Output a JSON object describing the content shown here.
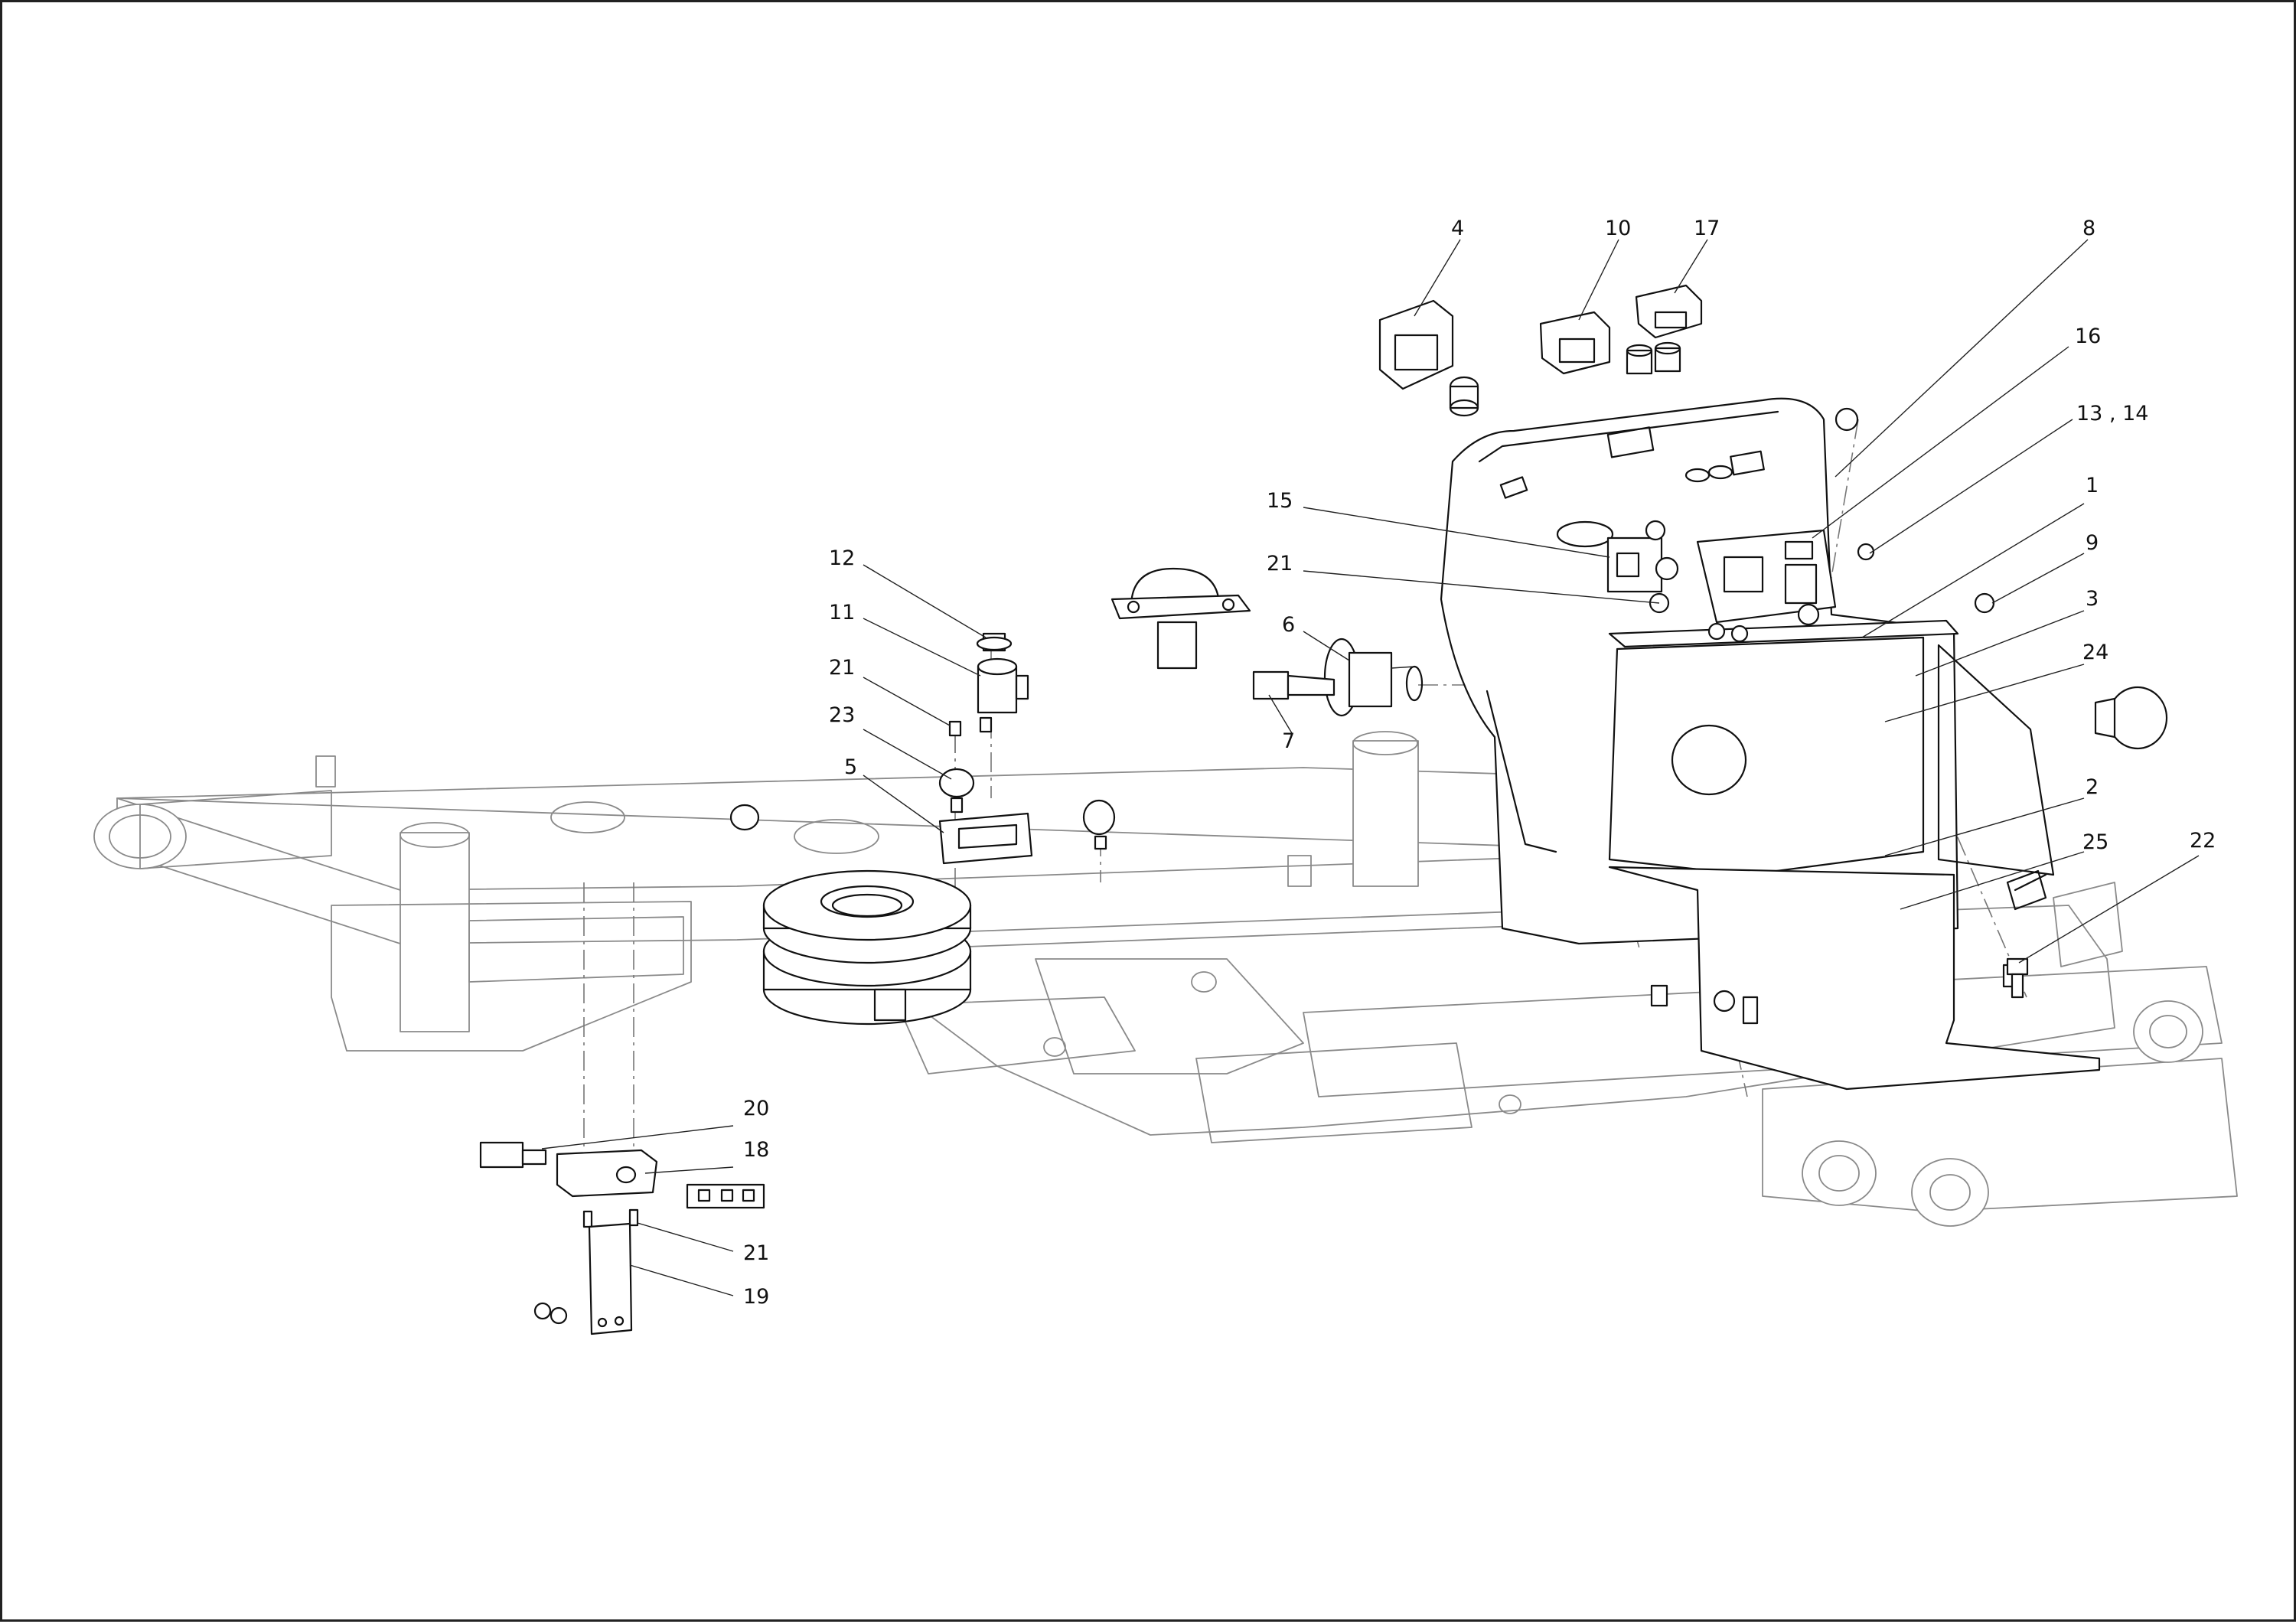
{
  "diagram": {
    "callouts": [
      "4",
      "10",
      "17",
      "8",
      "16",
      "13 , 14",
      "1",
      "9",
      "3",
      "24",
      "2",
      "25",
      "22",
      "15",
      "21",
      "6",
      "7",
      "12",
      "11",
      "23",
      "5",
      "20",
      "18",
      "19"
    ]
  }
}
